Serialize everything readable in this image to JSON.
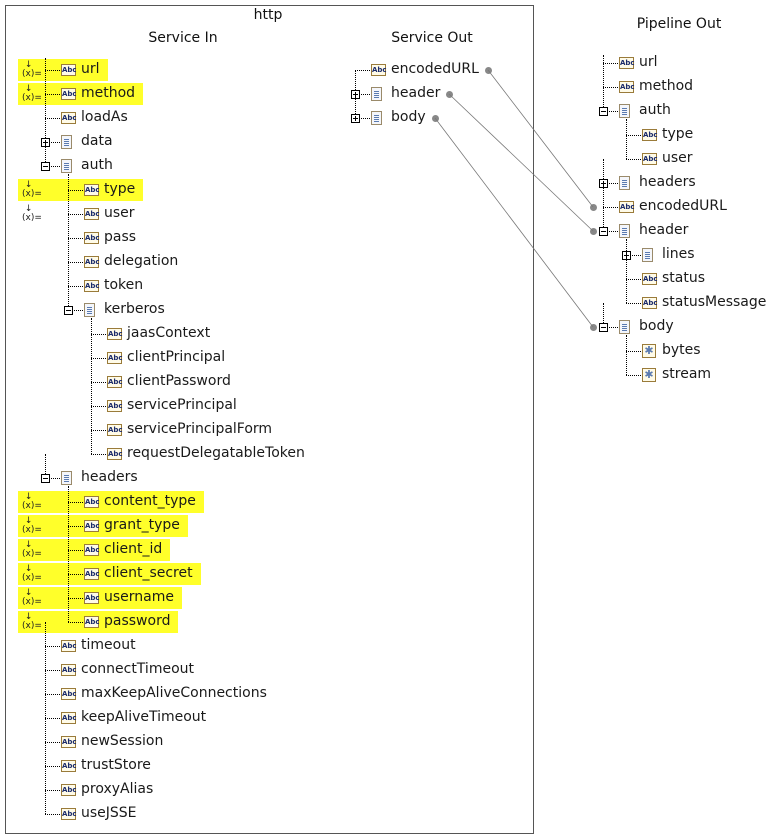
{
  "titles": {
    "panel": "http",
    "service_in": "Service In",
    "service_out": "Service Out",
    "pipeline_out": "Pipeline Out"
  },
  "marker_glyph": "(x)=",
  "highlight_color": "#ffff2a",
  "service_in": [
    {
      "label": "url",
      "level": 0,
      "type": "abc",
      "mapped": true,
      "hl": true
    },
    {
      "label": "method",
      "level": 0,
      "type": "abc",
      "mapped": true,
      "hl": true
    },
    {
      "label": "loadAs",
      "level": 0,
      "type": "abc"
    },
    {
      "label": "data",
      "level": 0,
      "type": "doc",
      "exp": "plus"
    },
    {
      "label": "auth",
      "level": 0,
      "type": "doc",
      "exp": "minus"
    },
    {
      "label": "type",
      "level": 1,
      "type": "abc",
      "mapped": true,
      "hl": true
    },
    {
      "label": "user",
      "level": 1,
      "type": "abc",
      "mapped": true
    },
    {
      "label": "pass",
      "level": 1,
      "type": "abc"
    },
    {
      "label": "delegation",
      "level": 1,
      "type": "abc"
    },
    {
      "label": "token",
      "level": 1,
      "type": "abc"
    },
    {
      "label": "kerberos",
      "level": 1,
      "type": "doc",
      "exp": "minus"
    },
    {
      "label": "jaasContext",
      "level": 2,
      "type": "abc"
    },
    {
      "label": "clientPrincipal",
      "level": 2,
      "type": "abc"
    },
    {
      "label": "clientPassword",
      "level": 2,
      "type": "abc"
    },
    {
      "label": "servicePrincipal",
      "level": 2,
      "type": "abc"
    },
    {
      "label": "servicePrincipalForm",
      "level": 2,
      "type": "abc"
    },
    {
      "label": "requestDelegatableToken",
      "level": 2,
      "type": "abc"
    },
    {
      "label": "headers",
      "level": 0,
      "type": "doc",
      "exp": "minus"
    },
    {
      "label": "content_type",
      "level": 1,
      "type": "abc",
      "mapped": true,
      "hl": true
    },
    {
      "label": "grant_type",
      "level": 1,
      "type": "abc",
      "mapped": true,
      "hl": true
    },
    {
      "label": "client_id",
      "level": 1,
      "type": "abc",
      "mapped": true,
      "hl": true
    },
    {
      "label": "client_secret",
      "level": 1,
      "type": "abc",
      "mapped": true,
      "hl": true
    },
    {
      "label": "username",
      "level": 1,
      "type": "abc",
      "mapped": true,
      "hl": true
    },
    {
      "label": "password",
      "level": 1,
      "type": "abc",
      "mapped": true,
      "hl": true
    },
    {
      "label": "timeout",
      "level": 0,
      "type": "abc"
    },
    {
      "label": "connectTimeout",
      "level": 0,
      "type": "abc"
    },
    {
      "label": "maxKeepAliveConnections",
      "level": 0,
      "type": "abc"
    },
    {
      "label": "keepAliveTimeout",
      "level": 0,
      "type": "abc"
    },
    {
      "label": "newSession",
      "level": 0,
      "type": "abc"
    },
    {
      "label": "trustStore",
      "level": 0,
      "type": "abc"
    },
    {
      "label": "proxyAlias",
      "level": 0,
      "type": "abc"
    },
    {
      "label": "useJSSE",
      "level": 0,
      "type": "abc"
    }
  ],
  "service_out": [
    {
      "label": "encodedURL",
      "level": 0,
      "type": "abc",
      "link": true
    },
    {
      "label": "header",
      "level": 0,
      "type": "doc",
      "exp": "plus",
      "link": true
    },
    {
      "label": "body",
      "level": 0,
      "type": "doc",
      "exp": "plus",
      "link": true
    }
  ],
  "pipeline_out": [
    {
      "label": "url",
      "level": 0,
      "type": "abc"
    },
    {
      "label": "method",
      "level": 0,
      "type": "abc"
    },
    {
      "label": "auth",
      "level": 0,
      "type": "doc",
      "exp": "minus"
    },
    {
      "label": "type",
      "level": 1,
      "type": "abc"
    },
    {
      "label": "user",
      "level": 1,
      "type": "abc"
    },
    {
      "label": "headers",
      "level": 0,
      "type": "doc",
      "exp": "plus"
    },
    {
      "label": "encodedURL",
      "level": 0,
      "type": "abc",
      "link": true
    },
    {
      "label": "header",
      "level": 0,
      "type": "doc",
      "exp": "minus",
      "link": true
    },
    {
      "label": "lines",
      "level": 1,
      "type": "doc",
      "exp": "plus"
    },
    {
      "label": "status",
      "level": 1,
      "type": "abc"
    },
    {
      "label": "statusMessage",
      "level": 1,
      "type": "abc"
    },
    {
      "label": "body",
      "level": 0,
      "type": "doc",
      "exp": "minus",
      "link": true
    },
    {
      "label": "bytes",
      "level": 1,
      "type": "obj"
    },
    {
      "label": "stream",
      "level": 1,
      "type": "obj"
    }
  ]
}
